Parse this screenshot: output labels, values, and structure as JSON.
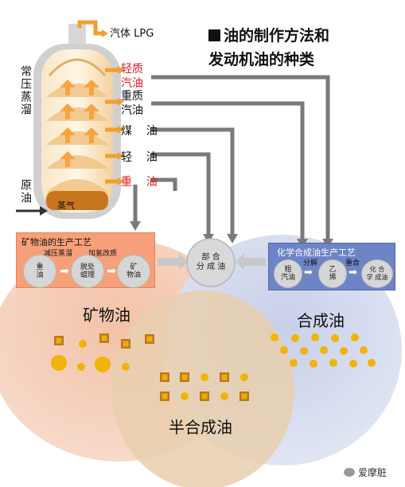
{
  "title": "油的制作方法和\n发动机油的种类",
  "column": {
    "label_atmospheric": "常压蒸溜",
    "label_crude": "原油",
    "steam": "蒸气"
  },
  "products": {
    "gas_lpg": "汽体 LPG",
    "light_gasoline": "轻质\n汽油",
    "heavy_gasoline": "重质\n汽油",
    "kerosene": "煤    油",
    "light_oil": "轻    油",
    "heavy_oil": "重    油"
  },
  "mineral_process": {
    "title": "矿物油的生产工艺",
    "step1": "减压蒸溜",
    "step2": "加氢改质",
    "node1": "重\n油",
    "node2": "脱处\n蜡理",
    "node3": "矿\n物油"
  },
  "center_node": "部 合\n分 成 油",
  "synthetic_process": {
    "title": "化学合成油生产工艺",
    "step1": "分解",
    "step2": "重合",
    "node1": "粗\n汽油",
    "node2": "乙\n烯",
    "node3": "化 合\n学 成油"
  },
  "categories": {
    "mineral": "矿物油",
    "synthetic": "合成油",
    "semi": "半合成油"
  },
  "watermark": "爱摩脏",
  "colors": {
    "mineral_bg": "#f4c7ad",
    "synthetic_bg": "#cdd4ea",
    "overlap_bg": "#e9d1b0",
    "gold": "#f0b010",
    "orange_box": "#f6a07a",
    "blue_box": "#6d85c6"
  }
}
